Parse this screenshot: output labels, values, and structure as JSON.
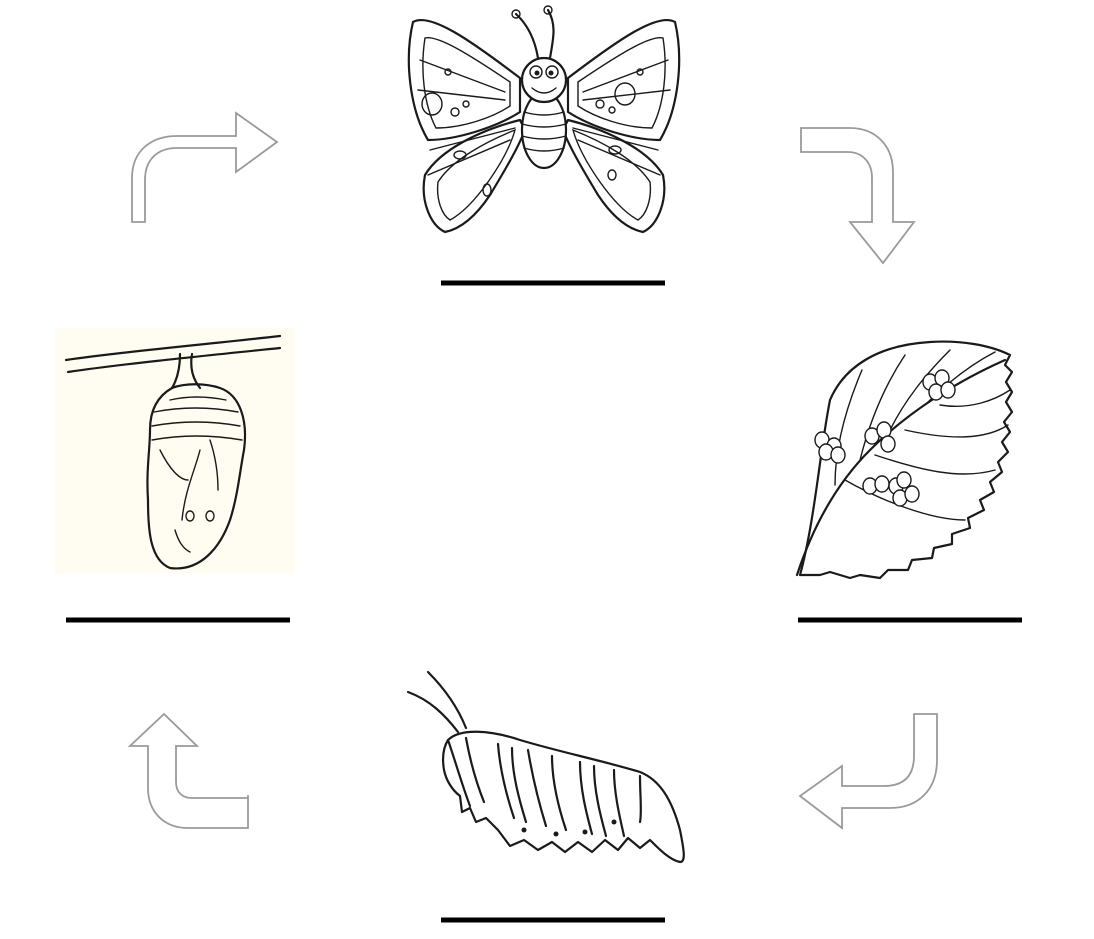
{
  "diagram": {
    "stages": [
      {
        "id": "adult",
        "icon": "butterfly-icon",
        "label_text": ""
      },
      {
        "id": "egg",
        "icon": "leaf-with-eggs-icon",
        "label_text": ""
      },
      {
        "id": "larva",
        "icon": "caterpillar-icon",
        "label_text": ""
      },
      {
        "id": "pupa",
        "icon": "chrysalis-icon",
        "label_text": ""
      }
    ],
    "arrows": [
      {
        "from": "adult",
        "to": "egg"
      },
      {
        "from": "egg",
        "to": "larva"
      },
      {
        "from": "larva",
        "to": "pupa"
      },
      {
        "from": "pupa",
        "to": "adult"
      }
    ],
    "colors": {
      "ink": "#1a1a1a",
      "arrow_outline": "#9a9a9a",
      "pupa_background": "#fffdf2"
    }
  }
}
